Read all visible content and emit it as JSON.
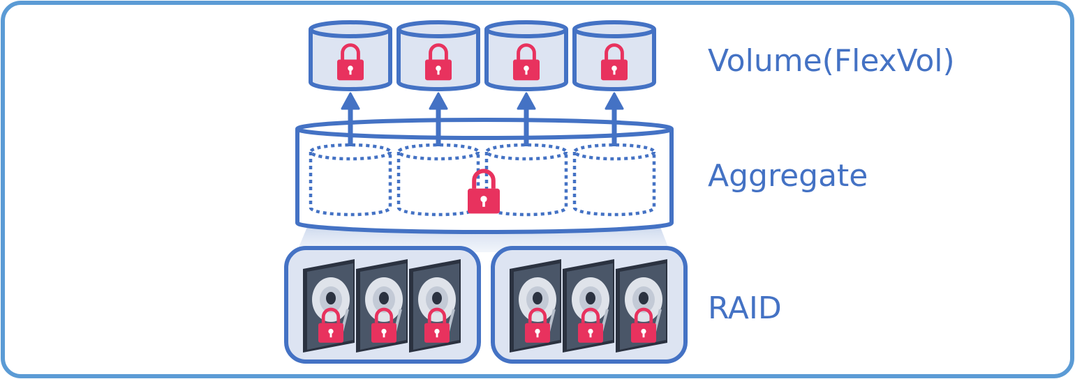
{
  "labels": {
    "volume": "Volume(FlexVol)",
    "aggregate": "Aggregate",
    "raid": "RAID"
  },
  "colors": {
    "stroke": "#4472c4",
    "fill": "#dde4f2",
    "frame": "#5b9bd5",
    "lock": "#e8325e",
    "disk_body": "#4a5668",
    "disk_dark": "#2b3240",
    "platter": "#dfe3ea",
    "text": "#4472c4"
  },
  "icons": {
    "volume": "cylinder-icon",
    "lock": "padlock-icon",
    "disk": "hard-disk-icon"
  }
}
